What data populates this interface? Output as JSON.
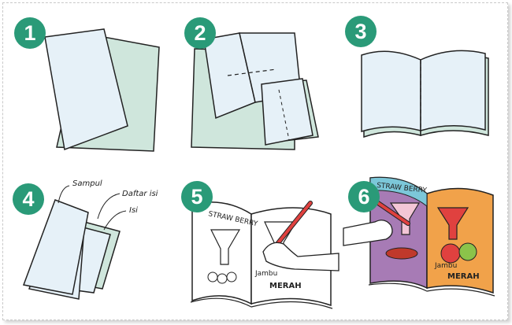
{
  "steps": [
    {
      "number": "1"
    },
    {
      "number": "2"
    },
    {
      "number": "3"
    },
    {
      "number": "4",
      "labels": [
        "Sampul",
        "Daftar isi",
        "Isi"
      ]
    },
    {
      "number": "5",
      "book_title": "STRAW BERRY",
      "book_caption_1": "Jambu",
      "book_caption_2": "MERAH"
    },
    {
      "number": "6",
      "book_title": "STRAW BERRY",
      "book_caption_1": "Jambu",
      "book_caption_2": "MERAH"
    }
  ],
  "colors": {
    "badge": "#2a9a78",
    "paper_light": "#e6f1f8",
    "paper_green": "#cfe6dc",
    "page_purple": "#a77bb5",
    "page_orange": "#f1a24a",
    "strawberry_red": "#e0413f"
  }
}
